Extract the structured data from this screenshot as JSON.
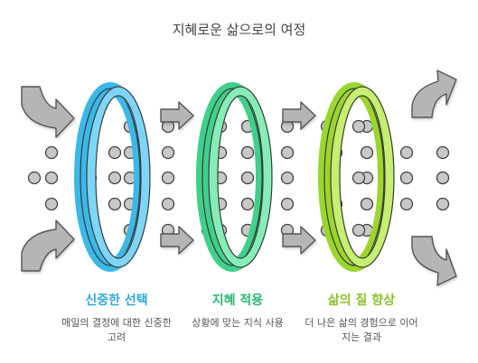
{
  "title": "지혜로운 삶으로의 여정",
  "colors": {
    "step1": "#3bb8e8",
    "step1_light": "#7dd6f7",
    "step2": "#3fd08a",
    "step2_light": "#86edb6",
    "step3": "#9bd62e",
    "step3_light": "#c6ee70",
    "arrow": "#b5b5b5",
    "dot": "#c8c8c8"
  },
  "steps": [
    {
      "title": "신중한 선택",
      "desc": "매일의 결정에 대한 신중한 고려",
      "color": "#2fa9dd"
    },
    {
      "title": "지혜 적용",
      "desc": "상황에 맞는 지식 사용",
      "color": "#2bb872"
    },
    {
      "title": "삶의 질 향상",
      "desc": "더 나은 삶의 경험으로 이어지는 결과",
      "color": "#8cc22a"
    }
  ]
}
